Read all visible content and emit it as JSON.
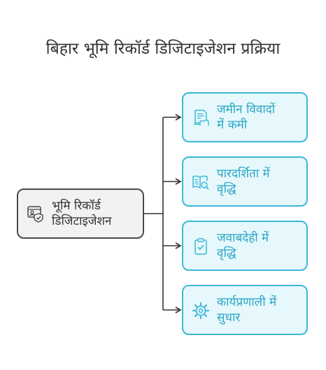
{
  "title": "बिहार भूमि रिकॉर्ड डिजिटाइजेशन प्रक्रिया",
  "source": {
    "line1": "भूमि रिकॉर्ड",
    "line2": "डिजिटाइजेशन",
    "icon": "id-card-shield-icon"
  },
  "outcomes": [
    {
      "line1": "जमीन विवादों",
      "line2": "में कमी",
      "icon": "document-hand-icon"
    },
    {
      "line1": "पारदर्शिता में",
      "line2": "वृद्धि",
      "icon": "book-search-icon"
    },
    {
      "line1": "जवाबदेही में",
      "line2": "वृद्धि",
      "icon": "clipboard-check-icon"
    },
    {
      "line1": "कार्यप्रणाली में",
      "line2": "सुधार",
      "icon": "gear-icon"
    }
  ],
  "colors": {
    "outcome_border": "#3cb8d6",
    "outcome_fill": "#e6f8fc",
    "outcome_text": "#2aa6c4",
    "source_border": "#4a4a4a",
    "source_fill": "#f2f2f2",
    "connector": "#333333"
  }
}
